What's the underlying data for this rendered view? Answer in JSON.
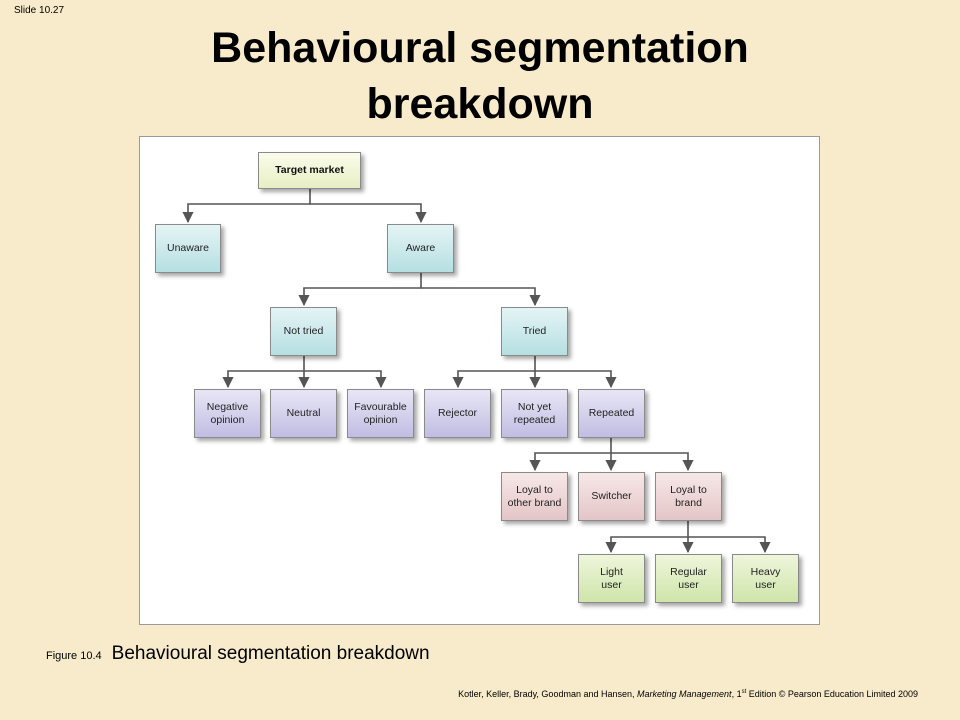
{
  "slide_number": "Slide 10.27",
  "title_line1": "Behavioural segmentation",
  "title_line2": "breakdown",
  "diagram": {
    "nodes": {
      "target_market": "Target market",
      "unaware": "Unaware",
      "aware": "Aware",
      "not_tried": "Not tried",
      "tried": "Tried",
      "negative_opinion": "Negative\nopinion",
      "neutral": "Neutral",
      "favourable_opinion": "Favourable\nopinion",
      "rejector": "Rejector",
      "not_yet_repeated": "Not yet\nrepeated",
      "repeated": "Repeated",
      "loyal_other": "Loyal to\nother brand",
      "switcher": "Switcher",
      "loyal_brand": "Loyal to\nbrand",
      "light_user": "Light\nuser",
      "regular_user": "Regular\nuser",
      "heavy_user": "Heavy\nuser"
    },
    "colors": {
      "root": "#e7eec4",
      "level1": "#b6dfe2",
      "opinion_trial": "#c1bde3",
      "loyalty": "#e4c5c7",
      "usage": "#cfe5a9"
    }
  },
  "caption": {
    "label": "Figure 10.4",
    "text": "Behavioural segmentation breakdown"
  },
  "footer": {
    "authors": "Kotler, Keller, Brady, Goodman and Hansen, ",
    "book": "Marketing Management",
    "edition_num": ", 1",
    "edition_sup": "st",
    "rest": " Edition © Pearson Education Limited 2009"
  }
}
